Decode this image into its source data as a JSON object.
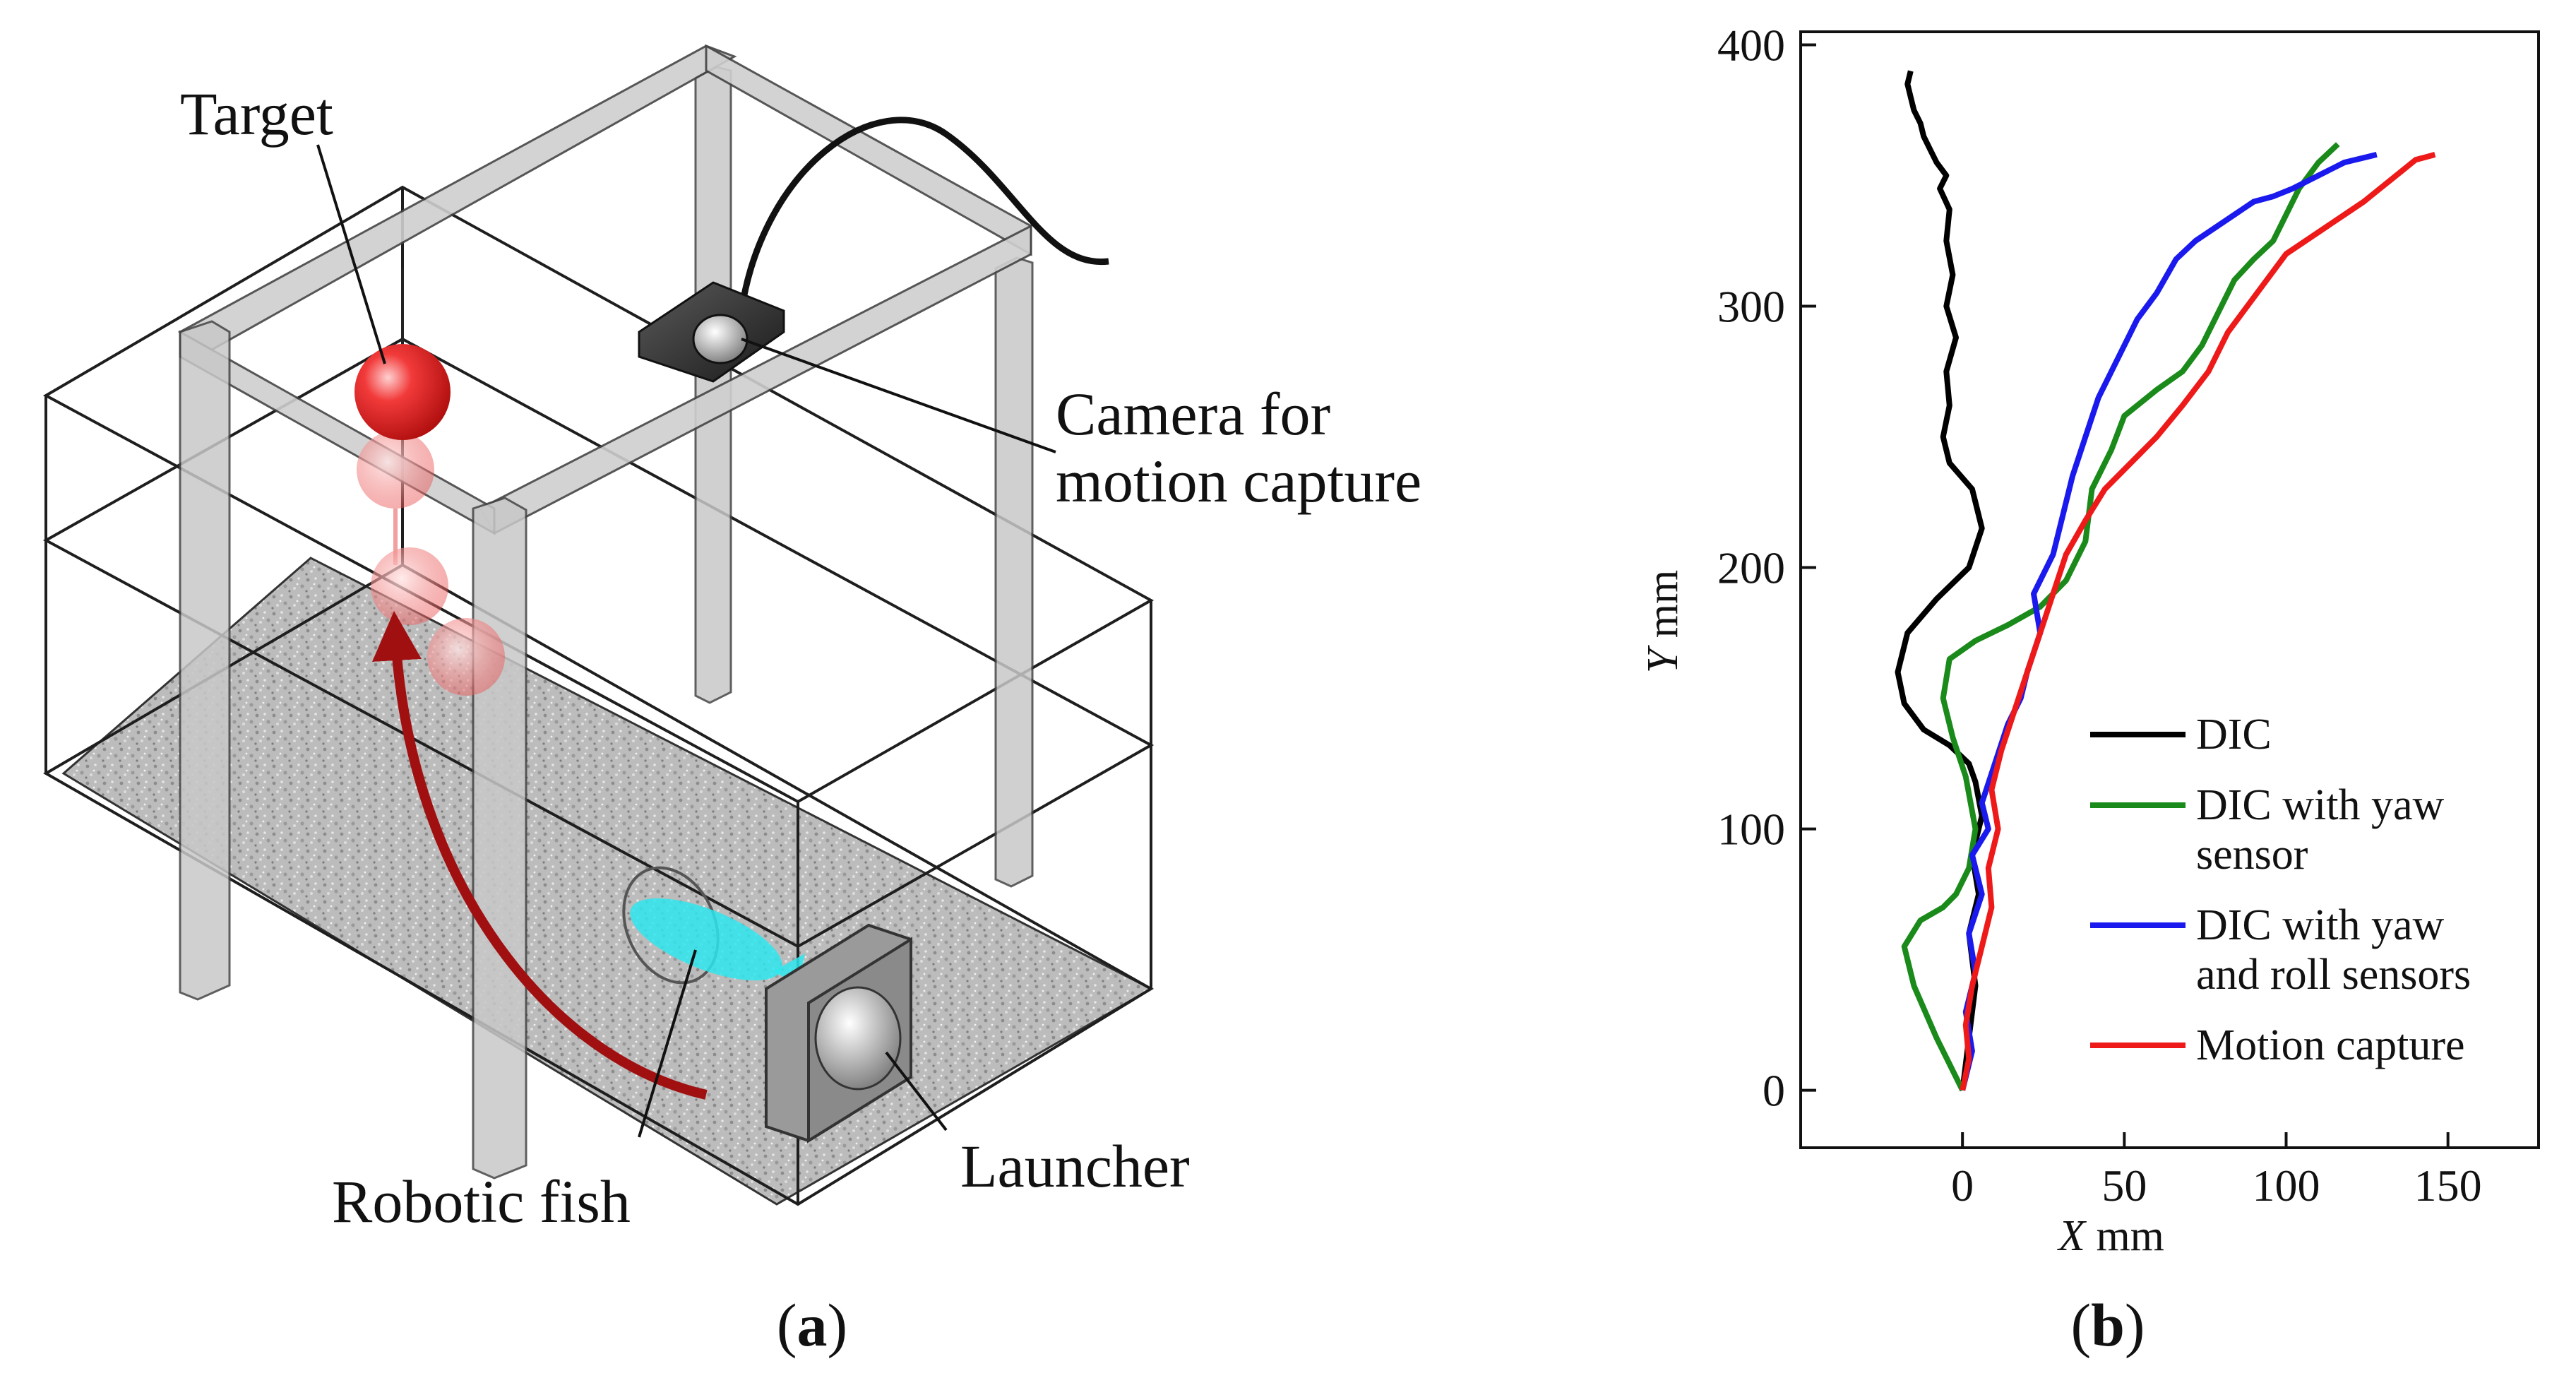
{
  "panel_a": {
    "caption_open": "(",
    "caption_letter": "a",
    "caption_close": ")",
    "labels": {
      "target": "Target",
      "camera_line1": "Camera for",
      "camera_line2": "motion capture",
      "robotic_fish": "Robotic fish",
      "launcher": "Launcher"
    },
    "colors": {
      "target": "#e81a1a",
      "fish": "#2ee8ee",
      "arrow": "#a01010",
      "frame": "#c4c4c4",
      "floor": "#b9b9b9"
    }
  },
  "panel_b": {
    "caption_open": "(",
    "caption_letter": "b",
    "caption_close": ")"
  },
  "chart_data": {
    "type": "line",
    "xlabel_var": "X",
    "xlabel_unit": " mm",
    "ylabel_var": "Y",
    "ylabel_unit": " mm",
    "xlim": [
      -50,
      178
    ],
    "ylim": [
      -22,
      405
    ],
    "xticks": [
      0,
      50,
      100,
      150
    ],
    "yticks": [
      0,
      100,
      200,
      300,
      400
    ],
    "legend_position": "bottom-right",
    "series": [
      {
        "name": "DIC",
        "color": "#000000",
        "x": [
          0,
          2,
          4,
          2,
          5,
          3,
          6,
          4,
          2,
          -4,
          -12,
          -18,
          -20,
          -17,
          -8,
          2,
          6,
          3,
          -4,
          -6,
          -4,
          -5,
          -2,
          -5,
          -3,
          -5,
          -4,
          -7,
          -5,
          -8,
          -10,
          -12,
          -13,
          -15,
          -16,
          -17,
          -16
        ],
        "y": [
          0,
          20,
          40,
          60,
          75,
          90,
          105,
          118,
          125,
          132,
          138,
          148,
          160,
          175,
          188,
          200,
          215,
          230,
          240,
          250,
          262,
          275,
          288,
          300,
          312,
          325,
          337,
          345,
          350,
          355,
          360,
          365,
          370,
          375,
          380,
          385,
          390
        ]
      },
      {
        "name": "DIC with yaw",
        "name2": "sensor",
        "color": "#1a8a1a",
        "x": [
          0,
          -8,
          -15,
          -18,
          -13,
          -6,
          -2,
          2,
          4,
          1,
          -3,
          -6,
          -4,
          4,
          14,
          24,
          32,
          38,
          40,
          46,
          50,
          60,
          68,
          74,
          80,
          84,
          90,
          96,
          100,
          104,
          110,
          116
        ],
        "y": [
          0,
          20,
          40,
          55,
          65,
          70,
          75,
          85,
          100,
          120,
          135,
          150,
          165,
          172,
          178,
          185,
          195,
          210,
          230,
          245,
          258,
          268,
          275,
          285,
          300,
          310,
          318,
          325,
          335,
          345,
          355,
          362
        ]
      },
      {
        "name": "DIC with yaw",
        "name2": "and roll sensors",
        "color": "#1a1aee",
        "x": [
          0,
          3,
          1,
          4,
          2,
          6,
          3,
          8,
          6,
          10,
          14,
          18,
          20,
          24,
          22,
          28,
          30,
          34,
          38,
          42,
          48,
          54,
          60,
          66,
          72,
          78,
          84,
          90,
          96,
          102,
          110,
          118,
          128
        ],
        "y": [
          0,
          15,
          30,
          45,
          60,
          75,
          90,
          100,
          110,
          125,
          140,
          150,
          160,
          175,
          190,
          205,
          215,
          235,
          250,
          265,
          280,
          295,
          305,
          318,
          325,
          330,
          335,
          340,
          342,
          345,
          350,
          355,
          358
        ]
      },
      {
        "name": "Motion capture",
        "color": "#ee1a1a",
        "x": [
          0,
          2,
          1,
          3,
          6,
          9,
          8,
          11,
          9,
          12,
          16,
          20,
          24,
          28,
          32,
          38,
          44,
          52,
          60,
          68,
          76,
          82,
          88,
          94,
          100,
          106,
          112,
          118,
          124,
          128,
          132,
          136,
          140,
          146
        ],
        "y": [
          0,
          12,
          25,
          40,
          55,
          70,
          85,
          100,
          115,
          130,
          145,
          160,
          175,
          190,
          205,
          218,
          230,
          240,
          250,
          262,
          275,
          290,
          300,
          310,
          320,
          325,
          330,
          335,
          340,
          344,
          348,
          352,
          356,
          358
        ]
      }
    ]
  }
}
